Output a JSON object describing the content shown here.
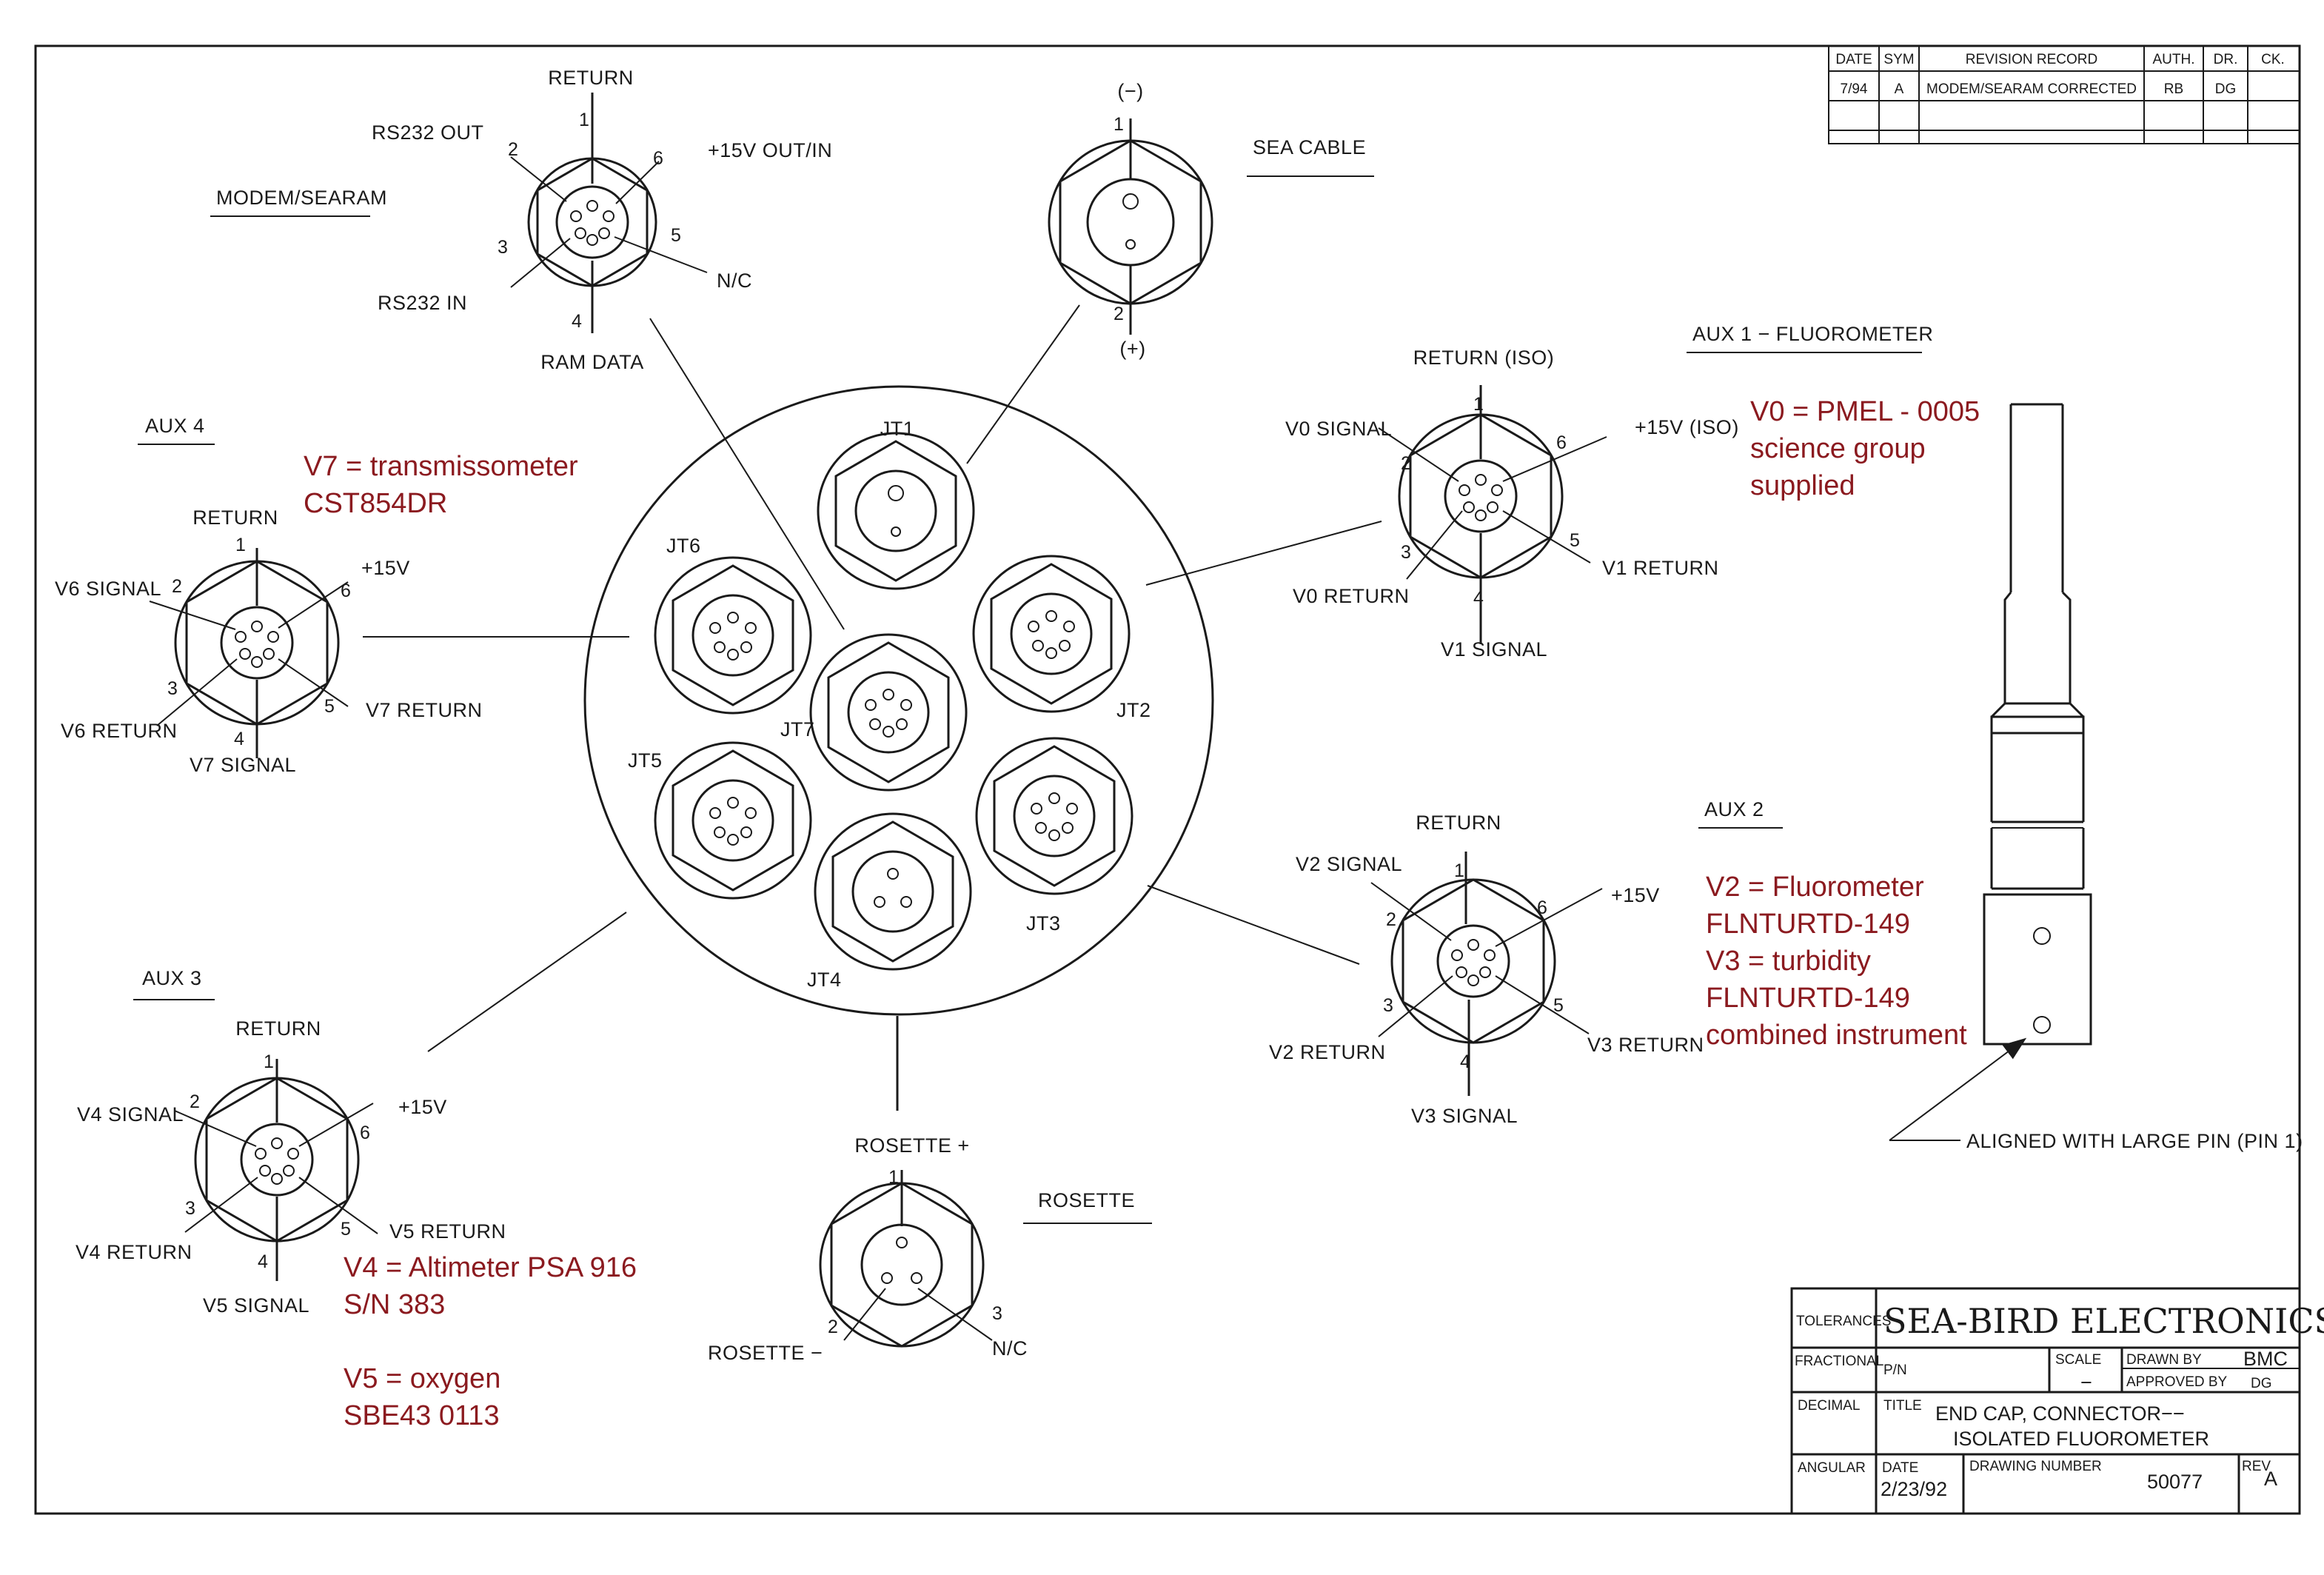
{
  "revision_table": {
    "headers": [
      "DATE",
      "SYM",
      "REVISION RECORD",
      "AUTH.",
      "DR.",
      "CK."
    ],
    "rows": [
      [
        "7/94",
        "A",
        "MODEM/SEARAM CORRECTED",
        "RB",
        "DG",
        ""
      ]
    ]
  },
  "connectors": {
    "modem": {
      "title": "MODEM/SEARAM",
      "return": "RETURN",
      "rs232_out": "RS232 OUT",
      "rs232_in": "RS232 IN",
      "ram_data": "RAM DATA",
      "plus15_out_in": "+15V OUT/IN",
      "nc": "N/C",
      "pins": [
        "1",
        "2",
        "3",
        "4",
        "5",
        "6"
      ]
    },
    "sea_cable": {
      "title": "SEA CABLE",
      "minus": "(−)",
      "plus": "(+)",
      "pins": [
        "1",
        "2"
      ]
    },
    "aux1": {
      "title": "AUX 1  − FLUOROMETER",
      "return_iso": "RETURN (ISO)",
      "v0_signal": "V0 SIGNAL",
      "plus15_iso": "+15V (ISO)",
      "v0_return": "V0 RETURN",
      "v1_return": "V1 RETURN",
      "v1_signal": "V1 SIGNAL",
      "pins": [
        "1",
        "2",
        "3",
        "4",
        "5",
        "6"
      ]
    },
    "aux4": {
      "title": "AUX 4",
      "return": "RETURN",
      "v6_signal": "V6 SIGNAL",
      "plus15": "+15V",
      "v6_return": "V6 RETURN",
      "v7_return": "V7 RETURN",
      "v7_signal": "V7 SIGNAL",
      "pins": [
        "1",
        "2",
        "3",
        "4",
        "5",
        "6"
      ]
    },
    "aux2": {
      "title": "AUX 2",
      "return": "RETURN",
      "v2_signal": "V2 SIGNAL",
      "plus15": "+15V",
      "v2_return": "V2 RETURN",
      "v3_return": "V3 RETURN",
      "v3_signal": "V3 SIGNAL",
      "pins": [
        "1",
        "2",
        "3",
        "4",
        "5",
        "6"
      ]
    },
    "aux3": {
      "title": "AUX 3",
      "return": "RETURN",
      "v4_signal": "V4 SIGNAL",
      "plus15": "+15V",
      "v4_return": "V4 RETURN",
      "v5_return": "V5 RETURN",
      "v5_signal": "V5 SIGNAL",
      "pins": [
        "1",
        "2",
        "3",
        "4",
        "5",
        "6"
      ]
    },
    "rosette": {
      "title": "ROSETTE",
      "rosette_plus": "ROSETTE +",
      "rosette_minus": "ROSETTE −",
      "nc": "N/C",
      "pins": [
        "1",
        "2",
        "3"
      ]
    }
  },
  "end_cap": {
    "jt_labels": [
      "JT1",
      "JT2",
      "JT3",
      "JT4",
      "JT5",
      "JT6",
      "JT7"
    ]
  },
  "side_view": {
    "callout": "ALIGNED WITH LARGE PIN (PIN 1)"
  },
  "annotations": {
    "v7": [
      "V7 = transmissometer",
      "CST854DR"
    ],
    "v0": [
      "V0 = PMEL - 0005",
      "science group",
      "supplied"
    ],
    "v2v3": [
      "V2 = Fluorometer",
      "FLNTURTD-149",
      "V3 = turbidity",
      "FLNTURTD-149",
      "combined instrument"
    ],
    "v4v5": [
      "V4 = Altimeter PSA 916",
      "S/N 383",
      "",
      "V5 = oxygen",
      "SBE43 0113"
    ]
  },
  "title_block": {
    "tolerances": "TOLERANCES",
    "company": "SEA-BIRD ELECTRONICS, INC",
    "fractional": "FRACTIONAL",
    "pn": "P/N",
    "scale": "SCALE",
    "scale_value": "−",
    "drawn_by": "DRAWN BY",
    "drawn_by_value": "BMC",
    "approved_by": "APPROVED BY",
    "approved_by_value": "DG",
    "decimal": "DECIMAL",
    "title_label": "TITLE",
    "title_line1": "END CAP, CONNECTOR−−",
    "title_line2": "ISOLATED FLUOROMETER",
    "angular": "ANGULAR",
    "date_label": "DATE",
    "date_value": "2/23/92",
    "drawing_number_label": "DRAWING NUMBER",
    "drawing_number": "50077",
    "rev_label": "REV",
    "rev_value": "A"
  }
}
